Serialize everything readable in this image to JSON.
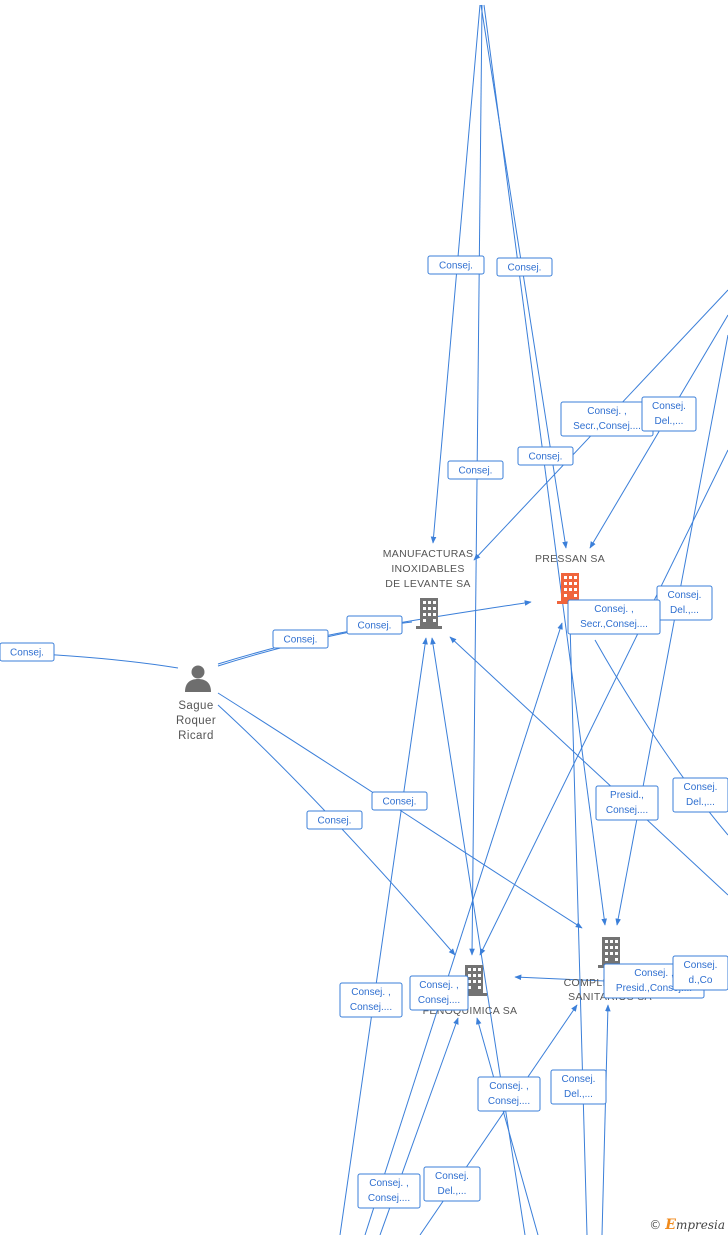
{
  "colors": {
    "edge": "#3b7fd9",
    "company_icon": "#737373",
    "company_highlight": "#f0643c",
    "person_icon": "#6e6e6e"
  },
  "nodes": {
    "person": {
      "lines": [
        "Sague",
        "Roquer",
        "Ricard"
      ],
      "icon": "person-icon"
    },
    "manufacturas": {
      "lines": [
        "MANUFACTURAS",
        "INOXIDABLES",
        "DE LEVANTE SA"
      ],
      "icon": "building-icon"
    },
    "pressan": {
      "lines": [
        "PRESSAN SA"
      ],
      "icon": "building-icon"
    },
    "fenoquimica": {
      "lines": [
        "FENOQUIMICA SA"
      ],
      "icon": "building-icon"
    },
    "complementos": {
      "lines": [
        "COMPLEMENTOS",
        "SANITARIOS SA"
      ],
      "icon": "building-icon"
    }
  },
  "edge_labels": [
    {
      "id": "l1",
      "lines": [
        "Consej."
      ]
    },
    {
      "id": "l2",
      "lines": [
        "Consej."
      ]
    },
    {
      "id": "l3",
      "lines": [
        "Consej. ,",
        "Secr.,Consej...."
      ]
    },
    {
      "id": "l4",
      "lines": [
        "Consej.",
        "Del.,..."
      ]
    },
    {
      "id": "l5",
      "lines": [
        "Consej."
      ]
    },
    {
      "id": "l6",
      "lines": [
        "Consej."
      ]
    },
    {
      "id": "l7",
      "lines": [
        "Consej.",
        "Del.,..."
      ]
    },
    {
      "id": "l8",
      "lines": [
        "Consej. ,",
        "Secr.,Consej...."
      ]
    },
    {
      "id": "l9",
      "lines": [
        "Consej."
      ]
    },
    {
      "id": "l10",
      "lines": [
        "Consej."
      ]
    },
    {
      "id": "l11",
      "lines": [
        "Consej."
      ]
    },
    {
      "id": "l12",
      "lines": [
        "Consej."
      ]
    },
    {
      "id": "l13",
      "lines": [
        "Consej."
      ]
    },
    {
      "id": "l14",
      "lines": [
        "Presid.,",
        "Consej...."
      ]
    },
    {
      "id": "l15",
      "lines": [
        "Consej.",
        "Del.,..."
      ]
    },
    {
      "id": "l16",
      "lines": [
        "Consej. ,",
        "Consej...."
      ]
    },
    {
      "id": "l17",
      "lines": [
        "Consej. ,",
        "Consej...."
      ]
    },
    {
      "id": "l18",
      "lines": [
        "Consej. ,",
        "Presid.,Consej...."
      ]
    },
    {
      "id": "l19",
      "lines": [
        "Consej.",
        "d.,Co"
      ]
    },
    {
      "id": "l20",
      "lines": [
        "Consej. ,",
        "Consej...."
      ]
    },
    {
      "id": "l21",
      "lines": [
        "Consej.",
        "Del.,..."
      ]
    },
    {
      "id": "l22",
      "lines": [
        "Consej. ,",
        "Consej...."
      ]
    },
    {
      "id": "l23",
      "lines": [
        "Consej.",
        "Del.,..."
      ]
    }
  ],
  "footer": {
    "copyright": "©",
    "brand_initial": "E",
    "brand_rest": "mpresia"
  }
}
